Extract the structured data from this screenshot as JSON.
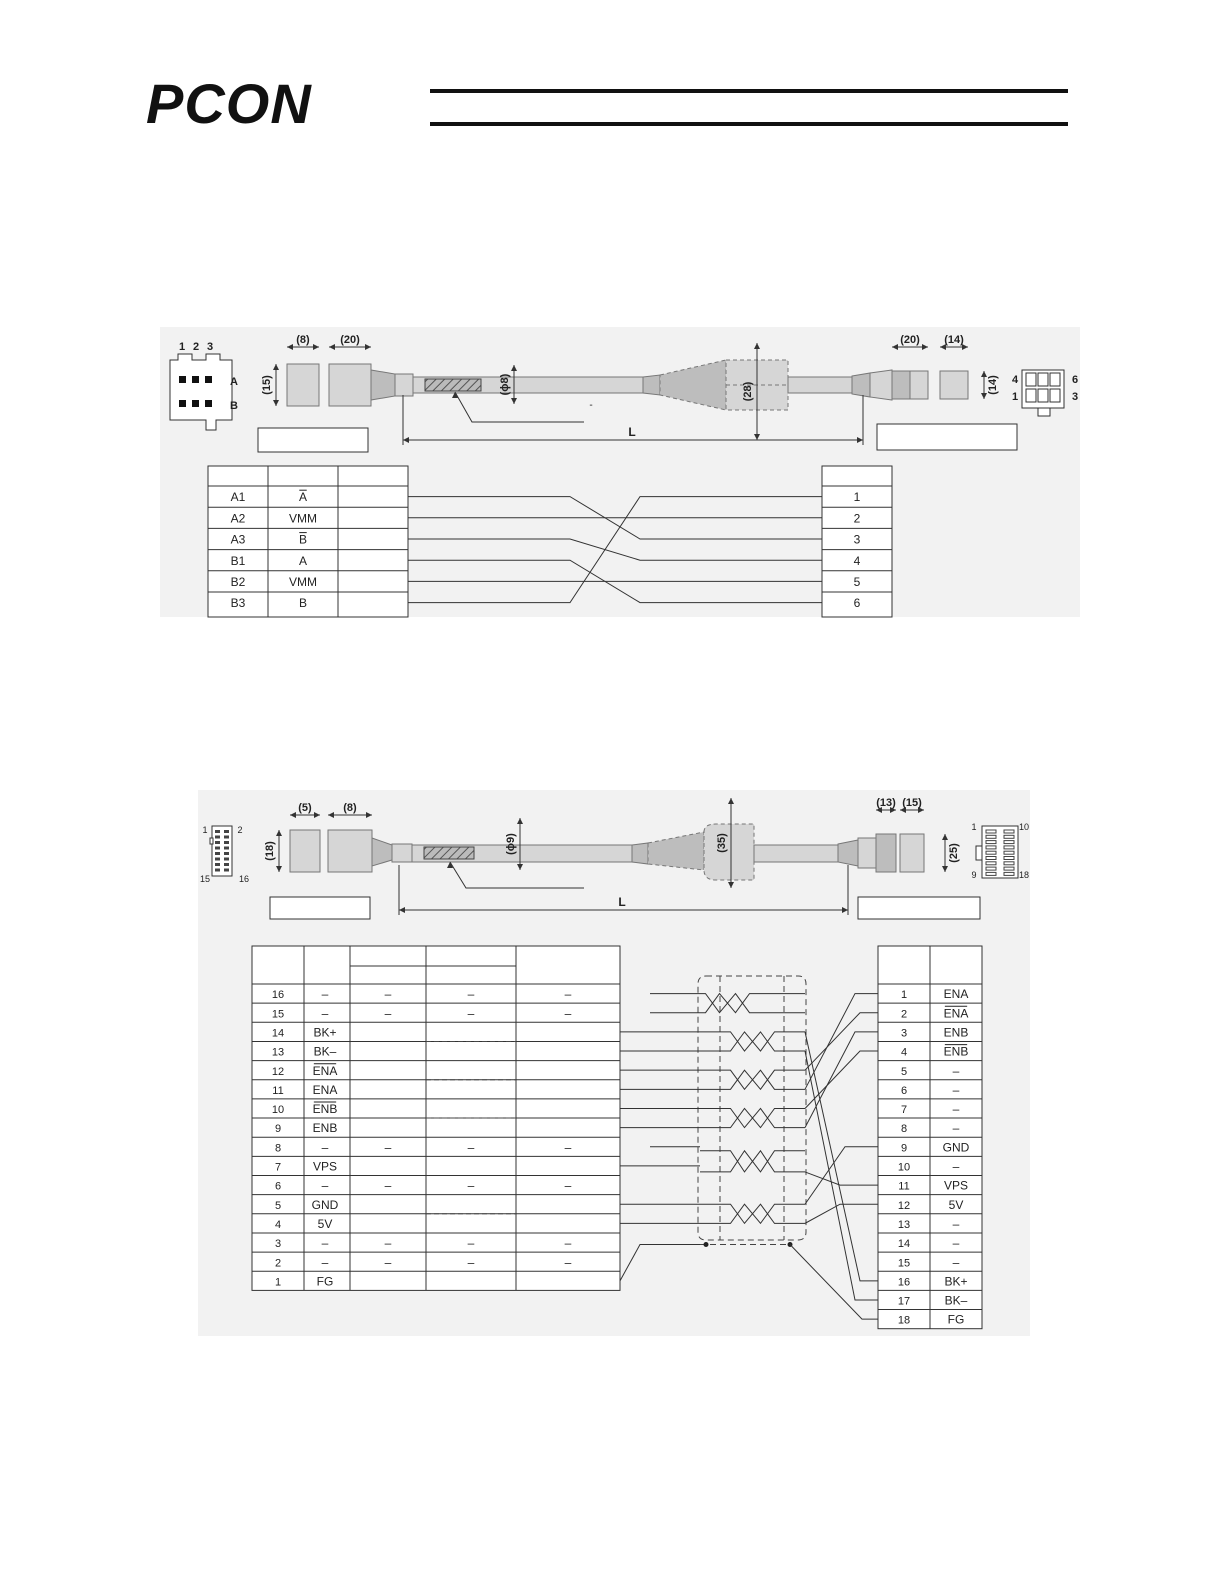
{
  "header": {
    "logo": "PCON"
  },
  "diagram1": {
    "dims": {
      "d8": "(8)",
      "d20a": "(20)",
      "d15": "(15)",
      "phi8": "(ϕ8)",
      "d28": "(28)",
      "d20b": "(20)",
      "d14a": "(14)",
      "d14b": "(14)",
      "L": "L"
    },
    "left_connector": {
      "cols": [
        "1",
        "2",
        "3"
      ],
      "rows": [
        "A",
        "B"
      ]
    },
    "right_connector": {
      "top_left": "4",
      "top_right": "6",
      "bot_left": "1",
      "bot_right": "3"
    },
    "left_rows": [
      {
        "pin": "A1",
        "signal": "A",
        "overline": true
      },
      {
        "pin": "A2",
        "signal": "VMM",
        "overline": false
      },
      {
        "pin": "A3",
        "signal": "B",
        "overline": true
      },
      {
        "pin": "B1",
        "signal": "A",
        "overline": false
      },
      {
        "pin": "B2",
        "signal": "VMM",
        "overline": false
      },
      {
        "pin": "B3",
        "signal": "B",
        "overline": false
      }
    ],
    "right_pins": [
      "1",
      "2",
      "3",
      "4",
      "5",
      "6"
    ]
  },
  "diagram2": {
    "dims": {
      "d5": "(5)",
      "d8": "(8)",
      "d18": "(18)",
      "phi9": "(ϕ9)",
      "d35": "(35)",
      "d13": "(13)",
      "d15": "(15)",
      "d25": "(25)",
      "L": "L"
    },
    "left_connector": {
      "tl": "1",
      "tr": "2",
      "bl": "15",
      "br": "16"
    },
    "right_connector": {
      "tl": "1",
      "tr": "10",
      "bl": "9",
      "br": "18"
    },
    "left_rows": [
      {
        "pin": "16",
        "signal": "–",
        "overline": false
      },
      {
        "pin": "15",
        "signal": "–",
        "overline": false
      },
      {
        "pin": "14",
        "signal": "BK+",
        "overline": false
      },
      {
        "pin": "13",
        "signal": "BK–",
        "overline": false
      },
      {
        "pin": "12",
        "signal": "ENA",
        "overline": true
      },
      {
        "pin": "11",
        "signal": "ENA",
        "overline": false
      },
      {
        "pin": "10",
        "signal": "ENB",
        "overline": true
      },
      {
        "pin": "9",
        "signal": "ENB",
        "overline": false
      },
      {
        "pin": "8",
        "signal": "–",
        "overline": false
      },
      {
        "pin": "7",
        "signal": "VPS",
        "overline": false
      },
      {
        "pin": "6",
        "signal": "–",
        "overline": false
      },
      {
        "pin": "5",
        "signal": "GND",
        "overline": false
      },
      {
        "pin": "4",
        "signal": "5V",
        "overline": false
      },
      {
        "pin": "3",
        "signal": "–",
        "overline": false
      },
      {
        "pin": "2",
        "signal": "–",
        "overline": false
      },
      {
        "pin": "1",
        "signal": "FG",
        "overline": false
      }
    ],
    "dash_rows": [
      0,
      1,
      8,
      10,
      13,
      14
    ],
    "right_rows": [
      {
        "pin": "1",
        "signal": "ENA",
        "overline": false
      },
      {
        "pin": "2",
        "signal": "ENA",
        "overline": true
      },
      {
        "pin": "3",
        "signal": "ENB",
        "overline": false
      },
      {
        "pin": "4",
        "signal": "ENB",
        "overline": true
      },
      {
        "pin": "5",
        "signal": "–",
        "overline": false
      },
      {
        "pin": "6",
        "signal": "–",
        "overline": false
      },
      {
        "pin": "7",
        "signal": "–",
        "overline": false
      },
      {
        "pin": "8",
        "signal": "–",
        "overline": false
      },
      {
        "pin": "9",
        "signal": "GND",
        "overline": false
      },
      {
        "pin": "10",
        "signal": "–",
        "overline": false
      },
      {
        "pin": "11",
        "signal": "VPS",
        "overline": false
      },
      {
        "pin": "12",
        "signal": "5V",
        "overline": false
      },
      {
        "pin": "13",
        "signal": "–",
        "overline": false
      },
      {
        "pin": "14",
        "signal": "–",
        "overline": false
      },
      {
        "pin": "15",
        "signal": "–",
        "overline": false
      },
      {
        "pin": "16",
        "signal": "BK+",
        "overline": false
      },
      {
        "pin": "17",
        "signal": "BK–",
        "overline": false
      },
      {
        "pin": "18",
        "signal": "FG",
        "overline": false
      }
    ]
  }
}
